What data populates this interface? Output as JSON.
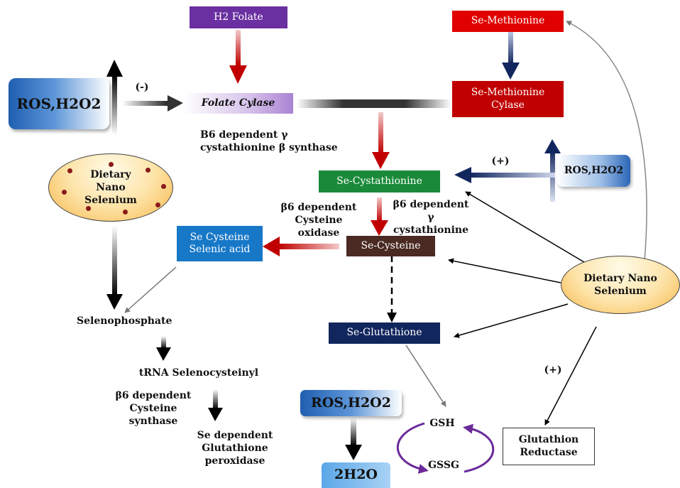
{
  "nodes": {
    "h2_folate": "H2 Folate",
    "se_methionine": "Se-Methionine",
    "ros_left": "ROS,H2O2",
    "folate_cylase": "Folate Cylase",
    "se_methionine_cylase": "Se-Methionine Cylase",
    "se_cystathionine": "Se-Cystathionine",
    "ros_right": "ROS,H2O2",
    "dietary_left": "Dietary Nano Selenium",
    "se_cysteine_selenic": "Se Cysteine Selenic acid",
    "se_cysteine": "Se-Cysteine",
    "dietary_right": "Dietary Nano Selenium",
    "se_glutathione": "Se-Glutathione",
    "ros_bottom": "ROS,H2O2",
    "h2o": "2H2O",
    "glutathion_reductase": "Glutathion Reductase"
  },
  "labels": {
    "minus": "(-)",
    "plus_top": "(+)",
    "plus_bottom": "(+)",
    "b6_gamma_beta": "B6 dependent γ cystathionine β synthase",
    "b6_cysteine_oxidase": "β6 dependent Cysteine oxidase",
    "b6_gamma_cystathionine": "β6 dependent γ cystathionine",
    "selenophosphate": "Selenophosphate",
    "trna": "tRNA Selenocysteinyl",
    "b6_cysteine_synthase": "β6 dependent Cysteine synthase",
    "se_gpx": "Se dependent Glutathione peroxidase",
    "gsh": "GSH",
    "gssg": "GSSG"
  },
  "colors": {
    "purple": "#6a2fa0",
    "red": "#e00000",
    "dark_red": "#c00000",
    "green": "#1a8a3a",
    "navy": "#12265e",
    "brown": "#4a2a22",
    "blue": "#1878c8",
    "arrow_red": "#c00000",
    "arrow_navy": "#1a2a6a",
    "cycle_purple": "#6a2a9a"
  }
}
